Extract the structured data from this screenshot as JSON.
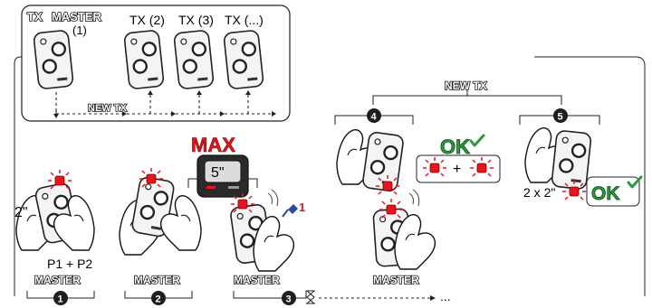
{
  "header": {
    "tx_label": "TX",
    "master_label": "MASTER",
    "master_num": "(1)",
    "tx2": "TX (2)",
    "tx3": "TX (3)",
    "txn": "TX (...)",
    "new_tx_inner": "NEW TX",
    "new_tx_top": "NEW TX"
  },
  "steps": {
    "s1": {
      "num": "1",
      "label": "MASTER",
      "duration": "2\"",
      "buttons": "P1 + P2"
    },
    "s2": {
      "num": "2",
      "label": "MASTER"
    },
    "s3": {
      "num": "3",
      "label": "MASTER",
      "max": "MAX",
      "display": "5\"",
      "pin": "1"
    },
    "s4": {
      "num": "4",
      "label": "MASTER",
      "ok": "OK",
      "plus": "+"
    },
    "s5": {
      "num": "5",
      "repeat": "2 x 2\"",
      "ok": "OK"
    }
  },
  "timeline": {
    "ellipsis": "..."
  },
  "colors": {
    "led": "#e8141c",
    "ok_green": "#2a9a3a",
    "remote": "#f2f2f2",
    "dark": "#1e1e1e"
  },
  "icons": [
    "remote-icon",
    "hand-icon",
    "hourglass-icon",
    "pin-icon",
    "check-icon",
    "led-blink-icon"
  ]
}
